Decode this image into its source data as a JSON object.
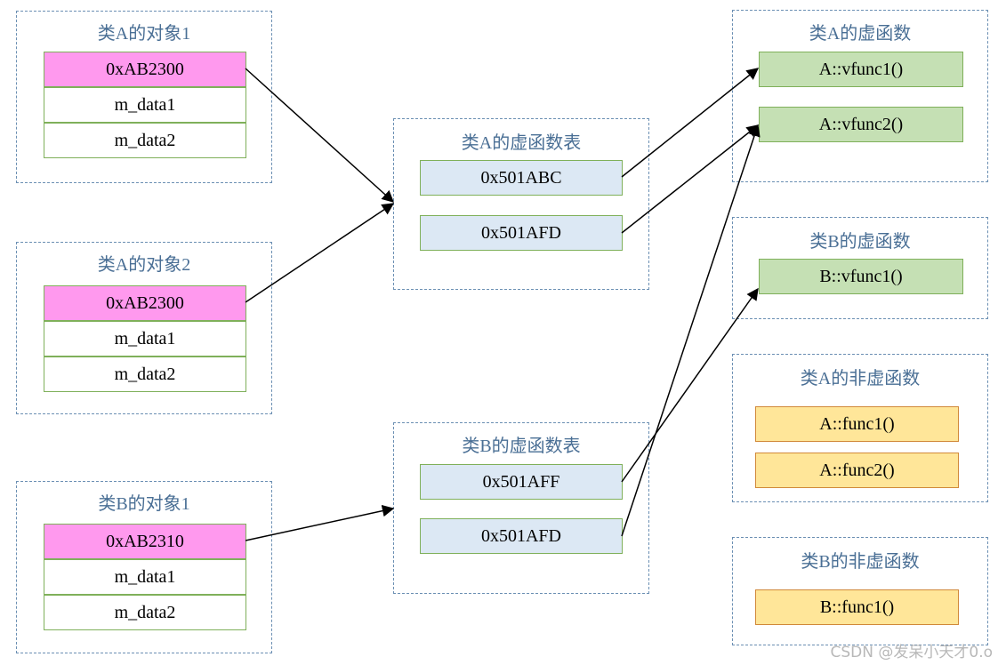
{
  "objects": [
    {
      "title": "类A的对象1",
      "vptr": "0xAB2300",
      "fields": [
        "m_data1",
        "m_data2"
      ]
    },
    {
      "title": "类A的对象2",
      "vptr": "0xAB2300",
      "fields": [
        "m_data1",
        "m_data2"
      ]
    },
    {
      "title": "类B的对象1",
      "vptr": "0xAB2310",
      "fields": [
        "m_data1",
        "m_data2"
      ]
    }
  ],
  "vtables": [
    {
      "title": "类A的虚函数表",
      "entries": [
        "0x501ABC",
        "0x501AFD"
      ]
    },
    {
      "title": "类B的虚函数表",
      "entries": [
        "0x501AFF",
        "0x501AFD"
      ]
    }
  ],
  "function_groups": [
    {
      "title": "类A的虚函数",
      "items": [
        "A::vfunc1()",
        "A::vfunc2()"
      ]
    },
    {
      "title": "类B的虚函数",
      "items": [
        "B::vfunc1()"
      ]
    },
    {
      "title": "类A的非虚函数",
      "items": [
        "A::func1()",
        "A::func2()"
      ]
    },
    {
      "title": "类B的非虚函数",
      "items": [
        "B::func1()"
      ]
    }
  ],
  "watermark": "CSDN @发呆小天才0.o"
}
